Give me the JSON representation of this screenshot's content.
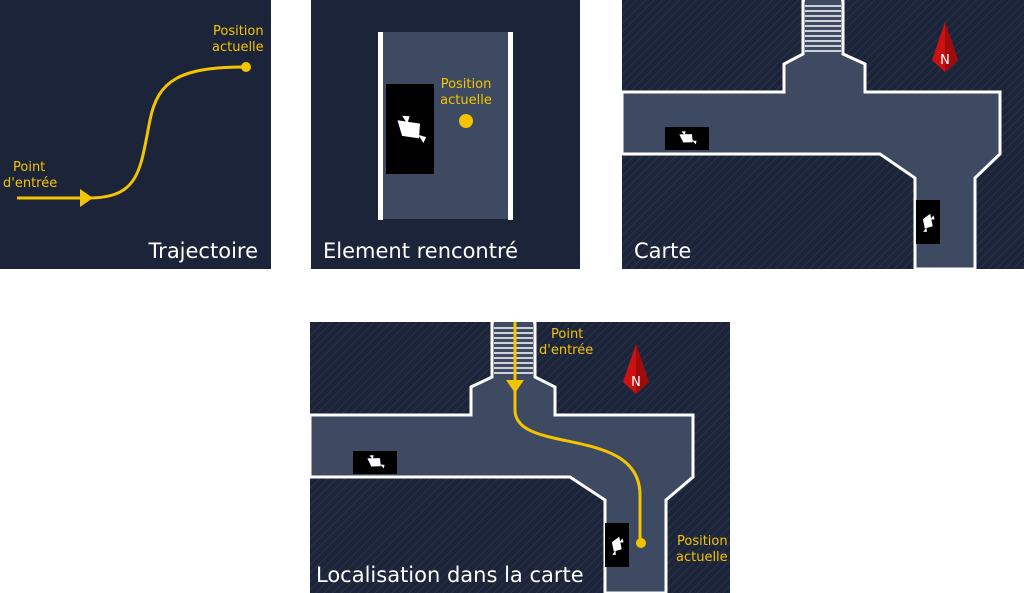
{
  "colors": {
    "background": "#1c2439",
    "road": "#3d4a61",
    "wall": "#ffffff",
    "trajectory": "#f5c400",
    "obstacle": "#000000",
    "north": "#cc1111"
  },
  "panels": {
    "trajectory": {
      "title": "Trajectoire",
      "entry_label": [
        "Point",
        "d'entrée"
      ],
      "current_label": [
        "Position",
        "actuelle"
      ]
    },
    "encounter": {
      "title": "Element rencontré",
      "current_label": [
        "Position",
        "actuelle"
      ],
      "obstacle_icon": "car-icon"
    },
    "map": {
      "title": "Carte",
      "north_label": "N",
      "obstacle_icon": "car-icon"
    },
    "localization": {
      "title": "Localisation dans la carte",
      "entry_label": [
        "Point",
        "d'entrée"
      ],
      "current_label": [
        "Position",
        "actuelle"
      ],
      "north_label": "N",
      "obstacle_icon": "car-icon"
    }
  }
}
